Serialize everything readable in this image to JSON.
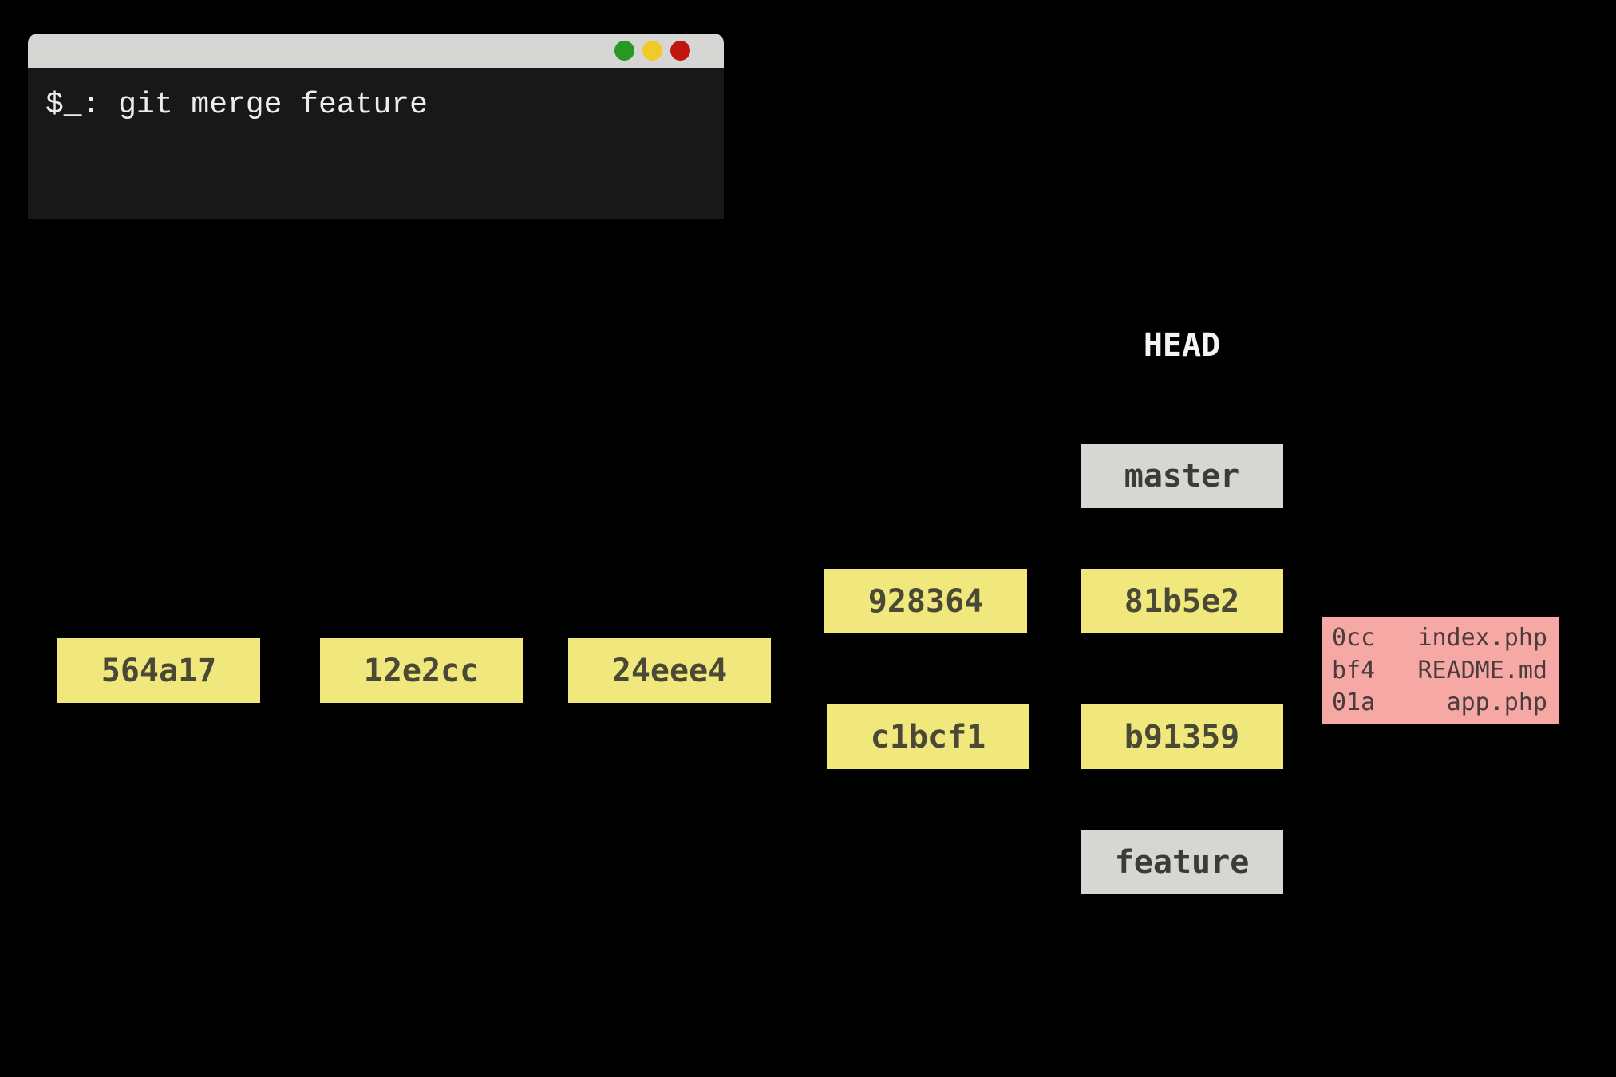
{
  "terminal": {
    "command": "$_: git merge feature",
    "buttons": [
      {
        "name": "green",
        "color": "#279923"
      },
      {
        "name": "yellow",
        "color": "#f2ca28"
      },
      {
        "name": "red",
        "color": "#c1150f"
      }
    ]
  },
  "graph": {
    "head_label": "HEAD",
    "commits": [
      {
        "id": "564a17"
      },
      {
        "id": "12e2cc"
      },
      {
        "id": "24eee4"
      },
      {
        "id": "928364"
      },
      {
        "id": "c1bcf1"
      },
      {
        "id": "81b5e2"
      },
      {
        "id": "b91359"
      }
    ],
    "branches": [
      {
        "name": "master"
      },
      {
        "name": "feature"
      }
    ]
  },
  "diff": {
    "rows": [
      {
        "hash": "0cc",
        "file": "index.php"
      },
      {
        "hash": "bf4",
        "file": "README.md"
      },
      {
        "hash": "01a",
        "file": "app.php"
      }
    ]
  },
  "palette": {
    "background": "#000000",
    "terminal_body": "#181818",
    "terminal_titlebar": "#d6d6d4",
    "terminal_text": "#ececec",
    "commit_box": "#f1e87d",
    "commit_text": "#4a4936",
    "branch_box": "#d6d6d2",
    "branch_text": "#3b3b3b",
    "diff_box": "#f6a9a4",
    "diff_text": "#4a3c3c",
    "head_text": "#f4f4f4"
  }
}
